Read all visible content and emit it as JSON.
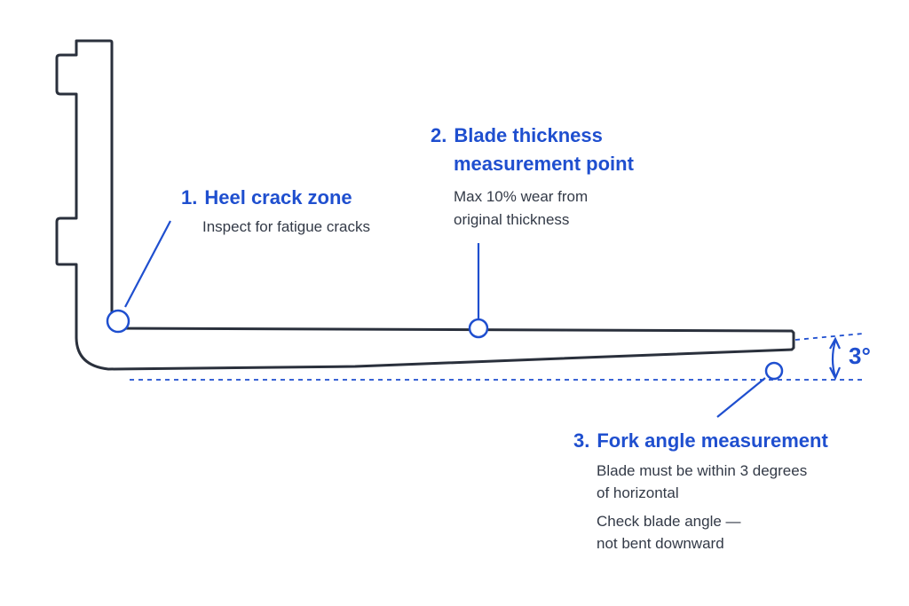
{
  "colors": {
    "outline": "#2a303c",
    "accent": "#1f4fcf",
    "text": "#333a47"
  },
  "callouts": {
    "heel": {
      "number": "1.",
      "title": "Heel crack zone",
      "lines": [
        "Inspect for fatigue cracks"
      ]
    },
    "thickness": {
      "number": "2.",
      "title_lines": [
        "Blade thickness",
        "measurement point"
      ],
      "lines": [
        "Max 10% wear from",
        "original thickness"
      ]
    },
    "angle": {
      "number": "3.",
      "title": "Fork angle measurement",
      "lines": [
        "Blade must be within 3 degrees",
        "of horizontal"
      ],
      "note_lines": [
        "Check blade angle —",
        "not bent downward"
      ]
    }
  },
  "angle_indicator": {
    "value": "3°"
  }
}
